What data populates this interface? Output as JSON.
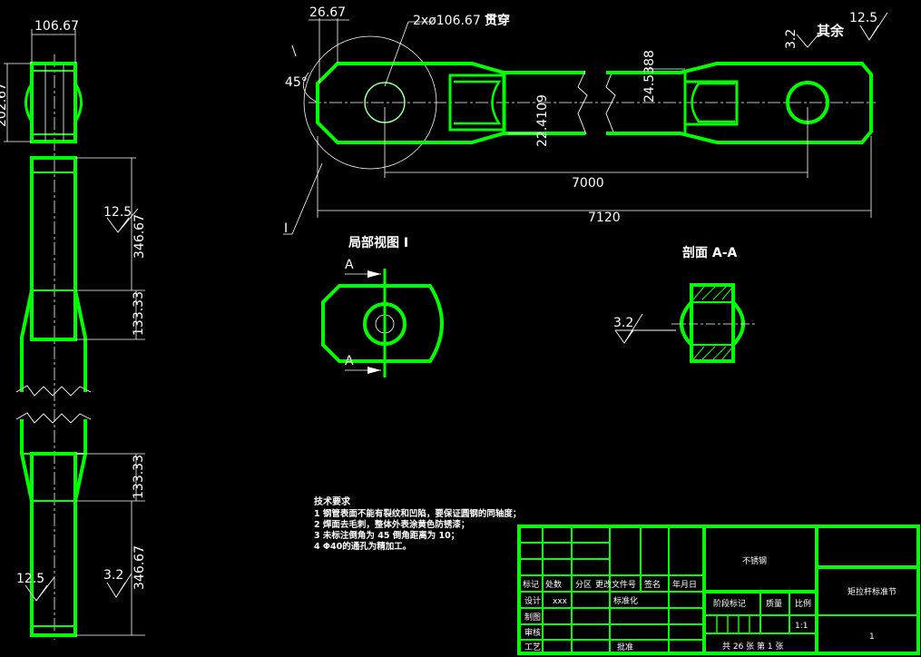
{
  "colors": {
    "background": "#000000",
    "part": "#00ff00",
    "annotation": "#ffffff",
    "centerline": "#ffffff"
  },
  "dims": {
    "left_width": "106.67",
    "left_top_height": "202.67",
    "left_roughness_top": "12.5",
    "left_upper_length": "346.67",
    "left_upper_transition": "133.33",
    "left_lower_transition": "133.33",
    "left_roughness_bottom_left": "12.5",
    "left_roughness_bottom_right": "3.2",
    "left_lower_length": "346.67",
    "offset": "26.67",
    "holes": "2xø106.67",
    "holes_note": "贯穿",
    "chamfer": "45°",
    "view_mark": "I",
    "center_distance": "7000",
    "overall_length": "7120",
    "slot_depth": "22.4109",
    "slot_depth_right": "24.5388",
    "rough_global_value": "3.2",
    "rough_global_note": "其余",
    "rough_corner": "12.5",
    "local_view_title": "局部视图 I",
    "section_title": "剖面 A-A",
    "section_mark_top": "A",
    "section_mark_bottom": "A",
    "section_roughness": "3.2"
  },
  "notes": {
    "title": "技术要求",
    "lines": [
      "1  钢管表面不能有裂纹和凹陷，要保证圆钢的同轴度；",
      "2  焊面去毛刺，整体外表涂黄色防锈漆；",
      "3 未标注倒角为    45   倒角距离为       10；",
      "4  Φ40的通孔为精加工。"
    ]
  },
  "title_block": {
    "material": "不锈钢",
    "part_name": "矩拉杆标准节",
    "headers": [
      "标记",
      "处数",
      "分区",
      "更改文件号",
      "签名",
      "年月日"
    ],
    "design": "设计",
    "designer": "xxx",
    "standardize": "标准化",
    "draw": "制图",
    "review": "审核",
    "process": "工艺",
    "approve": "批准",
    "stage_mark": "阶段标记",
    "weight": "质量",
    "scale_label": "比例",
    "scale": "1:1",
    "sheet_count": "共  26 张  第  1 张",
    "drawing_no": "1"
  }
}
